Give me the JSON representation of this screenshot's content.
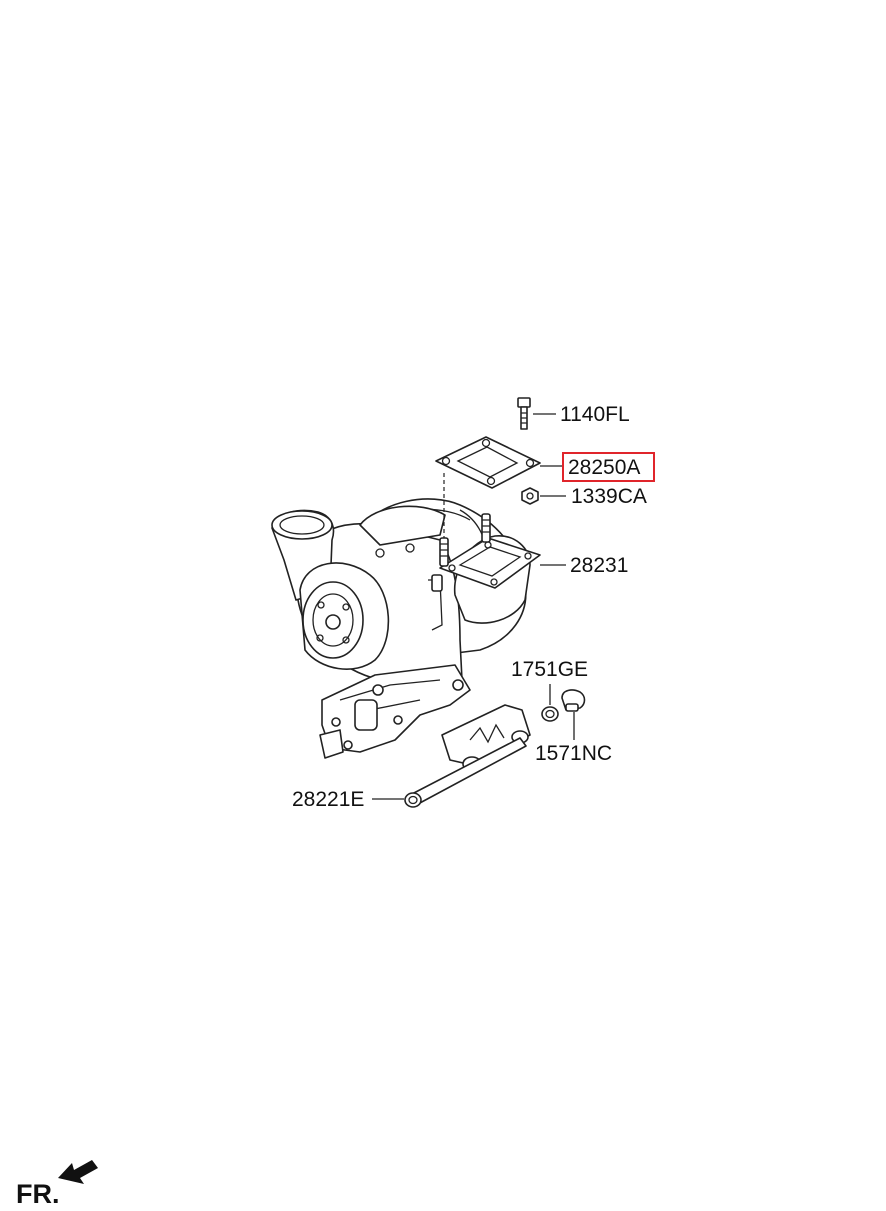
{
  "callouts": {
    "bolt": "1140FL",
    "gasket": "28250A",
    "nut": "1339CA",
    "flange": "28231",
    "washer": "1751GE",
    "plug": "1571NC",
    "pipe": "28221E"
  },
  "orientation_label": "FR.",
  "highlight_color": "#e0252b"
}
